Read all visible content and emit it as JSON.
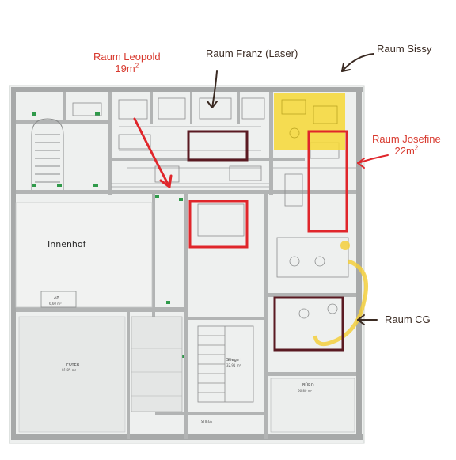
{
  "annotations": {
    "leopold": {
      "name": "Raum Leopold",
      "area_num": "19m",
      "area_exp": "2"
    },
    "franz": {
      "name": "Raum Franz (Laser)"
    },
    "sissy": {
      "name": "Raum Sissy"
    },
    "josefine": {
      "name": "Raum Josefine",
      "area_num": "22m",
      "area_exp": "2"
    },
    "cg": {
      "name": "Raum CG"
    }
  },
  "plan_labels": {
    "innenhof": "Innenhof",
    "stiege": "Stiege I",
    "stiege_area": "32,91 m²",
    "foyer": "FOYER",
    "foyer_area": "91,85 m²",
    "buero": "BÜRO",
    "buero_area": "66,80 m²",
    "stiege_small": "STIEGE",
    "ar": "AR",
    "ar_area": "6,60 m²"
  },
  "colors": {
    "red_box": "#e0262b",
    "dark_box": "#5a1a22",
    "highlight": "#f6d835",
    "wall": "#9a9a9a",
    "annotation_red": "#d83a2f",
    "annotation_dark": "#3a2a22"
  }
}
